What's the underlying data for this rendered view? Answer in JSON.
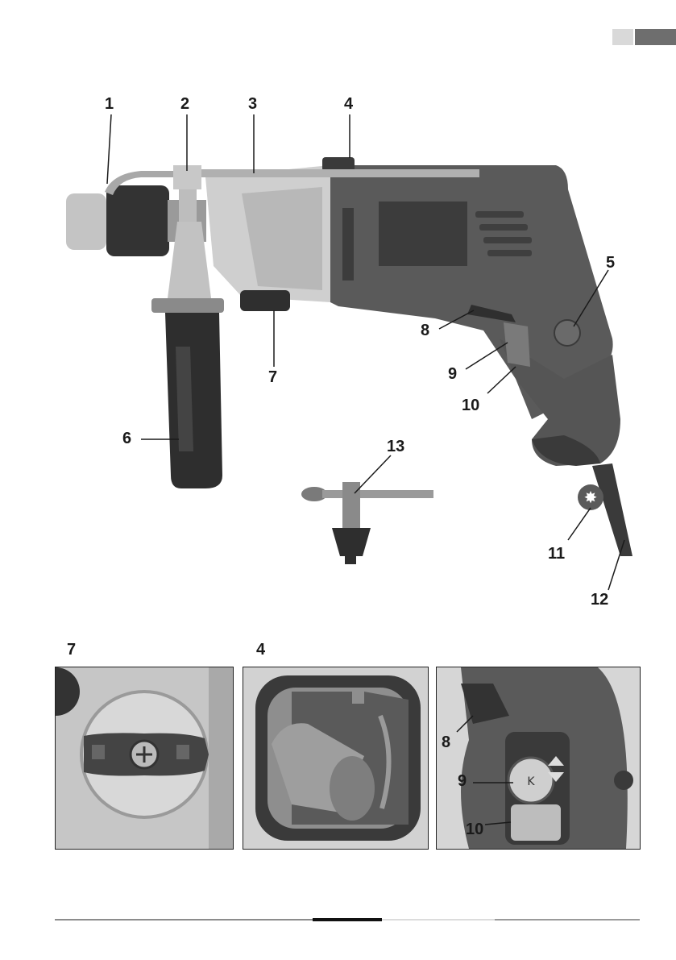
{
  "main_callouts": {
    "c1": "1",
    "c2": "2",
    "c3": "3",
    "c4": "4",
    "c5": "5",
    "c6": "6",
    "c7": "7",
    "c8": "8",
    "c9": "9",
    "c10": "10",
    "c11": "11",
    "c12": "12",
    "c13": "13"
  },
  "detail_panels": {
    "left_title": "7",
    "middle_title": "4",
    "right_callouts": {
      "c8": "8",
      "c9": "9",
      "c10": "10"
    }
  },
  "colors": {
    "body_dark": "#5a5a5a",
    "metal_light": "#cfcfcf",
    "handle_black": "#2e2e2e",
    "tab_light": "#d9d9d9",
    "tab_dark": "#6e6e6e"
  }
}
